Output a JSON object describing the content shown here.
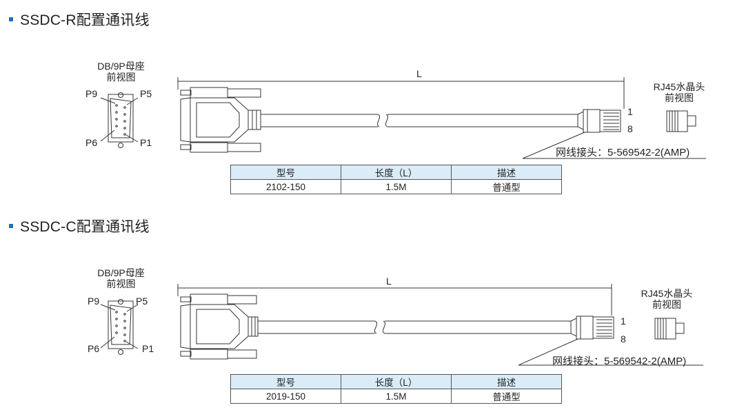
{
  "sections": [
    {
      "title": "SSDC-R配置通讯线",
      "db_view": {
        "line1": "DB/9P母座",
        "line2": "前视图"
      },
      "pins": {
        "p9": "P9",
        "p5": "P5",
        "p6": "P6",
        "p1": "P1"
      },
      "length_label": "L",
      "rj45_view": {
        "line1": "RJ45水晶头",
        "line2": "前视图"
      },
      "rj_pins": {
        "top": "1",
        "bottom": "8"
      },
      "connector_spec": "网线接头：5-569542-2(AMP)",
      "table": {
        "headers": [
          "型号",
          "长度（L）",
          "描述"
        ],
        "row": [
          "2102-150",
          "1.5M",
          "普通型"
        ]
      }
    },
    {
      "title": "SSDC-C配置通讯线",
      "db_view": {
        "line1": "DB/9P母座",
        "line2": "前视图"
      },
      "pins": {
        "p9": "P9",
        "p5": "P5",
        "p6": "P6",
        "p1": "P1"
      },
      "length_label": "L",
      "rj45_view": {
        "line1": "RJ45水晶头",
        "line2": "前视图"
      },
      "rj_pins": {
        "top": "1",
        "bottom": "8"
      },
      "connector_spec": "网线接头：5-569542-2(AMP)",
      "table": {
        "headers": [
          "型号",
          "长度（L）",
          "描述"
        ],
        "row": [
          "2019-150",
          "1.5M",
          "普通型"
        ]
      }
    }
  ],
  "colors": {
    "bullet": "#1f6fb5",
    "table_header_bg": "#d9ecf8",
    "line": "#333333"
  }
}
